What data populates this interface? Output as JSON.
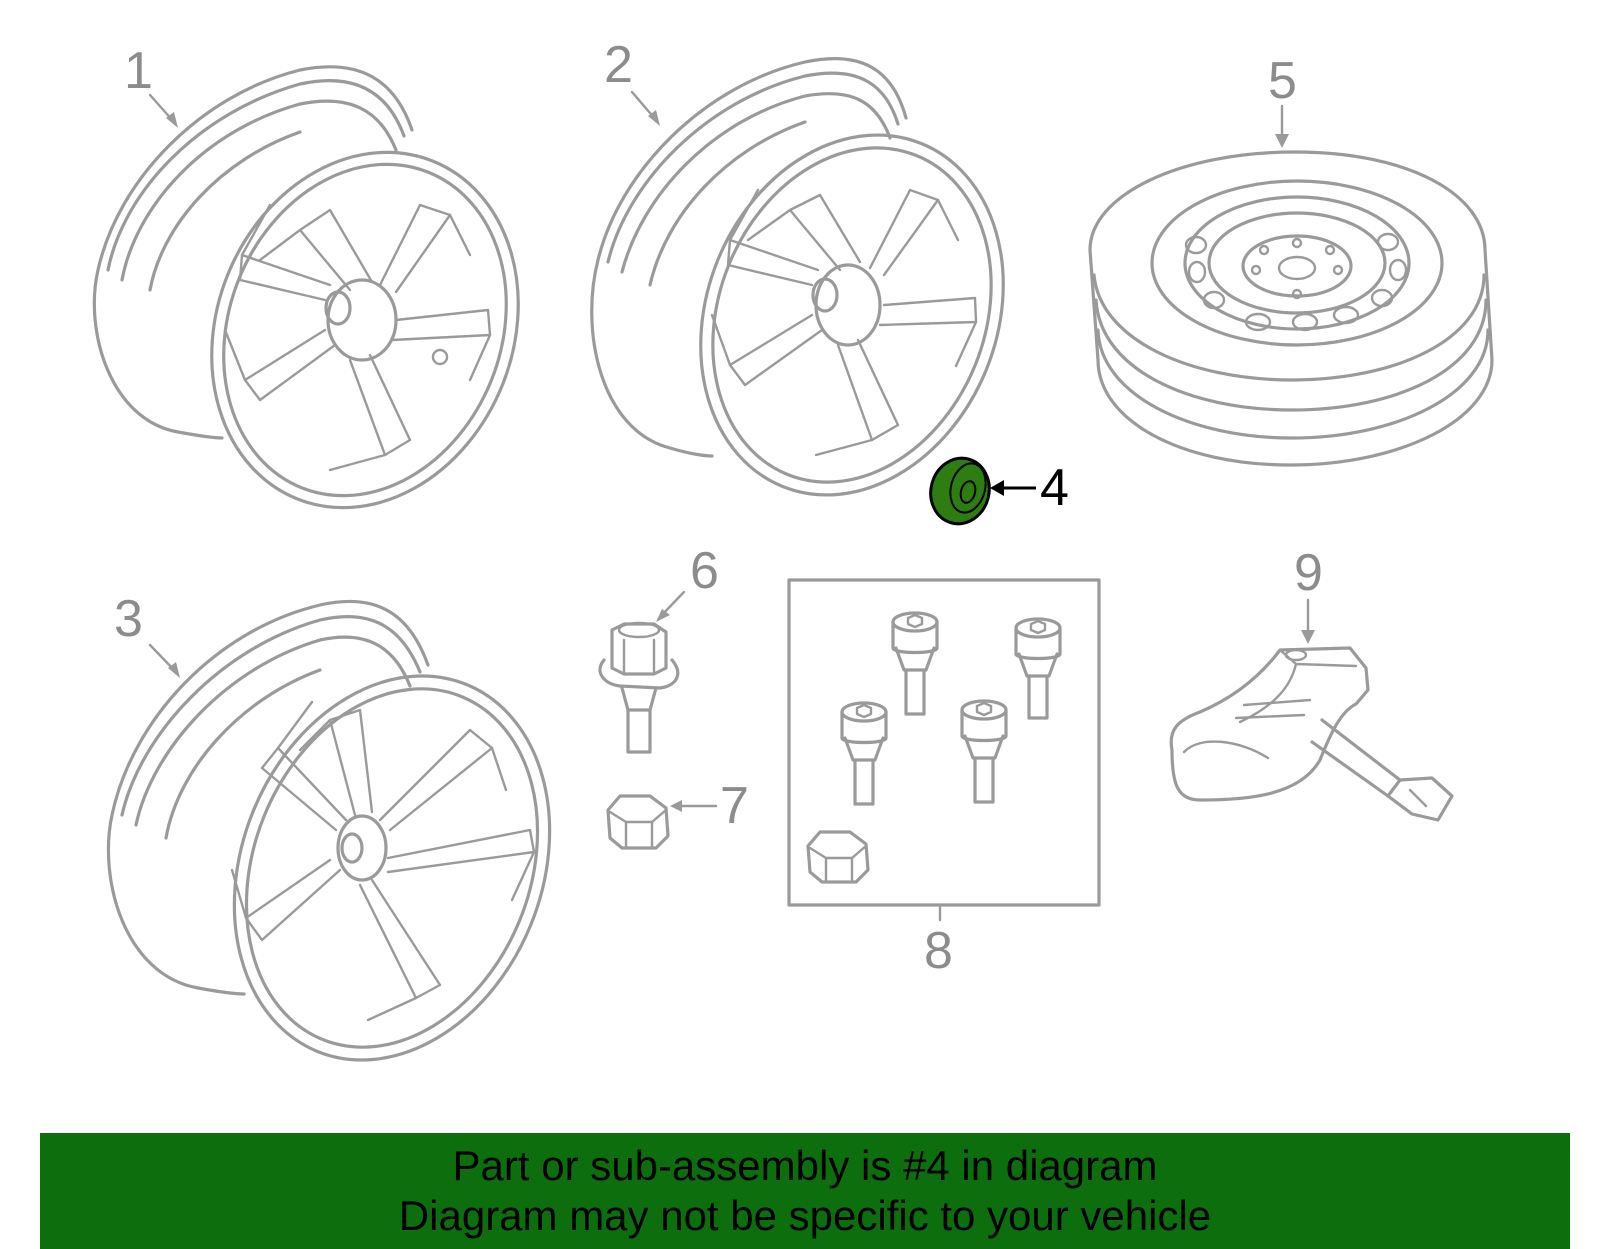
{
  "callouts": {
    "c1": "1",
    "c2": "2",
    "c3": "3",
    "c4": "4",
    "c5": "5",
    "c6": "6",
    "c7": "7",
    "c8": "8",
    "c9": "9"
  },
  "highlight": {
    "part": "4",
    "fill_color": "#2e7d12",
    "arrow_color": "#000000"
  },
  "banner": {
    "line1": "Part or sub-assembly is #4 in diagram",
    "line2": "Diagram may not be specific to your vehicle",
    "background": "#0d6e0d"
  },
  "colors": {
    "line_art": "#9a9a9a",
    "label": "#8c8c8c",
    "background": "#ffffff"
  },
  "icons": {
    "wheel-1": "alloy-wheel-icon",
    "wheel-2": "alloy-wheel-icon",
    "wheel-3": "alloy-wheel-icon",
    "part-4": "valve-cap-icon",
    "wheel-5": "spare-wheel-icon",
    "part-6": "lug-bolt-icon",
    "part-7": "bolt-cap-icon",
    "part-8": "lock-bolt-set-icon",
    "part-9": "tpms-sensor-icon"
  }
}
